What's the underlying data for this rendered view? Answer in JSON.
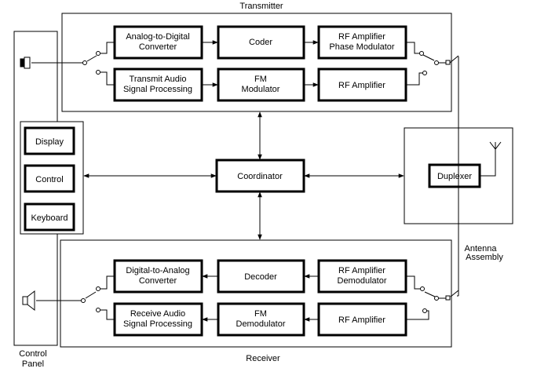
{
  "sections": {
    "transmitter": "Transmitter",
    "receiver": "Receiver",
    "control_panel": [
      "Control",
      "Panel"
    ],
    "antenna_assembly": [
      "Antenna",
      "Assembly"
    ]
  },
  "blocks": {
    "adc": [
      "Analog-to-Digital",
      "Converter"
    ],
    "coder": [
      "Coder"
    ],
    "rf_amp_phase_mod": [
      "RF Amplifier",
      "Phase Modulator"
    ],
    "tx_audio": [
      "Transmit Audio",
      "Signal Processing"
    ],
    "fm_mod": [
      "FM",
      "Modulator"
    ],
    "rf_amp_tx": [
      "RF Amplifier"
    ],
    "display": [
      "Display"
    ],
    "control": [
      "Control"
    ],
    "keyboard": [
      "Keyboard"
    ],
    "coordinator": [
      "Coordinator"
    ],
    "duplexer": [
      "Duplexer"
    ],
    "dac": [
      "Digital-to-Analog",
      "Converter"
    ],
    "decoder": [
      "Decoder"
    ],
    "rf_amp_demod": [
      "RF Amplifier",
      "Demodulator"
    ],
    "rx_audio": [
      "Receive Audio",
      "Signal Processing"
    ],
    "fm_demod": [
      "FM",
      "Demodulator"
    ],
    "rf_amp_rx": [
      "RF Amplifier"
    ]
  },
  "icons": {
    "microphone": "microphone-icon",
    "speaker": "speaker-icon",
    "antenna": "antenna-icon"
  },
  "colors": {
    "line": "#000000",
    "background": "#ffffff"
  }
}
